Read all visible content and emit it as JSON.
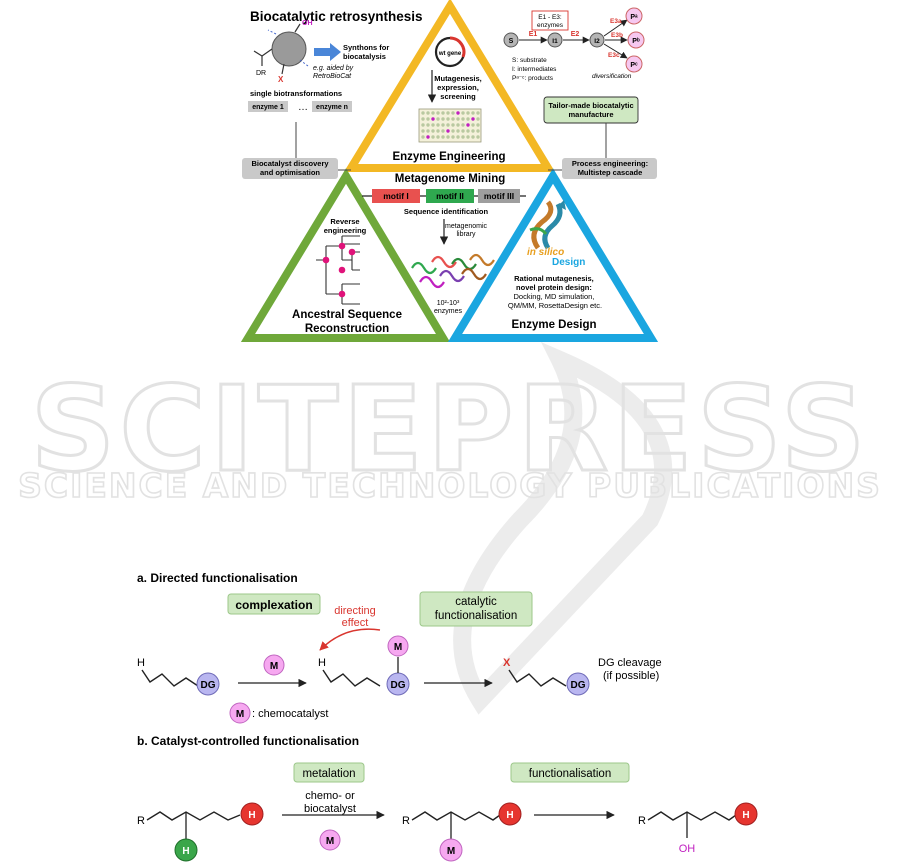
{
  "colors": {
    "yellow": "#f3b824",
    "green": "#6fa83a",
    "blue": "#1aa6e0",
    "grey_box": "#c9c9c9",
    "green_box": "#cfe8c2",
    "motif1": "#e8514f",
    "motif2": "#2fa84f",
    "motif3": "#9e9e9e",
    "metal": "#f6a8f0",
    "dg": "#b9b6f0",
    "red_h": "#e6352f",
    "green_h": "#3aa64a",
    "red_text": "#d9362f",
    "watermark": "#e6e6e6"
  },
  "figure1": {
    "retro": {
      "title": "Biocatalytic retrosynthesis",
      "oh": "OH",
      "x_mark": "X",
      "dr": "DR",
      "synthons": "Synthons for biocatalysis",
      "eg": "e.g. aided by RetroBioCat",
      "single": "single biotransformations",
      "enzyme1": "enzyme 1",
      "dots": "…",
      "enzymen": "enzyme n",
      "discovery": "Biocatalyst discovery and optimisation"
    },
    "engineering": {
      "wt_gene": "wt gene",
      "steps": "Mutagenesis, expression, screening",
      "title": "Enzyme Engineering"
    },
    "cascade": {
      "legend_box": "E1 - E3: enzymes",
      "s": "S",
      "i1": "I1",
      "i2": "I2",
      "e1": "E1",
      "e2": "E2",
      "e3a": "E3a",
      "e3b": "E3b",
      "e3c": "E3c",
      "pa": "Pᵃ",
      "pb": "Pᵇ",
      "pc": "Pᶜ",
      "s_def": "S: substrate",
      "i_def": "I: intermediates",
      "p_def": "Pᵃ⁻ᶜ: products",
      "diversification": "diversification",
      "tailor": "Tailor-made biocatalytic manufacture",
      "process": "Process engineering: Multistep cascade"
    },
    "mining": {
      "title": "Metagenome Mining",
      "motif1": "motif I",
      "motif2": "motif II",
      "motif3": "motif III",
      "seq_id": "Sequence identification",
      "library": "metagenomic library",
      "count": "10²-10³ enzymes"
    },
    "ancestral": {
      "reverse": "Reverse engineering",
      "title": "Ancestral Sequence Reconstruction"
    },
    "design": {
      "in_silico": "in silico",
      "design_word": "Design",
      "desc": "Rational mutagenesis, novel protein design: Docking, MD simulation, QM/MM, RosettaDesign etc.",
      "title": "Enzyme Design"
    }
  },
  "watermark": {
    "big": "SCITEPRESS",
    "small": "SCIENCE AND TECHNOLOGY PUBLICATIONS"
  },
  "figure2": {
    "a": {
      "heading": "a. Directed functionalisation",
      "complexation": "complexation",
      "catalytic": "catalytic functionalisation",
      "directing": "directing effect",
      "h": "H",
      "dg": "DG",
      "m": "M",
      "x": "X",
      "cleavage": "DG cleavage (if possible)",
      "legend": ": chemocatalyst"
    },
    "b": {
      "heading": "b. Catalyst-controlled functionalisation",
      "metalation": "metalation",
      "functionalisation": "functionalisation",
      "catalyst": "chemo- or biocatalyst",
      "r": "R",
      "h": "H",
      "m": "M",
      "oh": "OH"
    }
  }
}
